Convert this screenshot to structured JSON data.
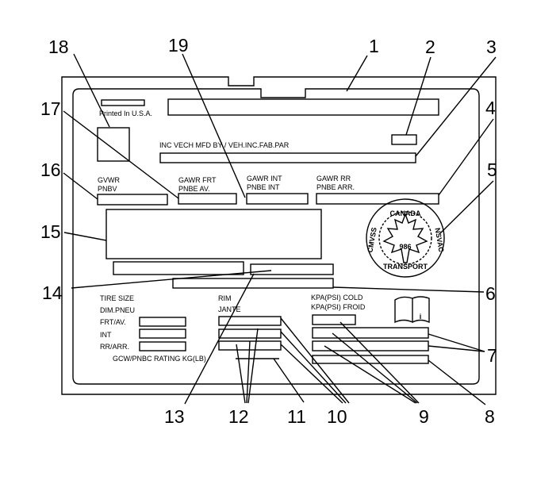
{
  "callouts": [
    "1",
    "2",
    "3",
    "4",
    "5",
    "6",
    "7",
    "8",
    "9",
    "10",
    "11",
    "12",
    "13",
    "14",
    "15",
    "16",
    "17",
    "18",
    "19"
  ],
  "labels": {
    "printed": "Printed In U.S.A.",
    "mfd": "INC VECH MFD BY / VEH.INC.FAB.PAR",
    "gvwr": "GVWR",
    "pnbv": "PNBV",
    "gawr_frt": "GAWR FRT",
    "pnbe_av": "PNBE AV.",
    "gawr_int": "GAWR INT",
    "pnbe_int": "PNBE INT",
    "gawr_rr": "GAWR RR",
    "pnbe_arr": "PNBE ARR.",
    "tire_size": "TIRE SIZE",
    "dim_pneu": "DIM.PNEU",
    "frt_av": "FRT/AV.",
    "int": "INT",
    "rr_arr": "RR/ARR.",
    "rim": "RIM",
    "jante": "JANTE",
    "kpa_cold": "KPA(PSI) COLD",
    "kpa_froid": "KPA(PSI) FROID",
    "gcw": "GCW/PNBC RATING KG(LB)"
  },
  "seal": {
    "top": "CANADA",
    "left": "CMVSS",
    "right": "NSVAC",
    "bottom": "TRANSPORT",
    "number": "986"
  },
  "info_icon": "i"
}
